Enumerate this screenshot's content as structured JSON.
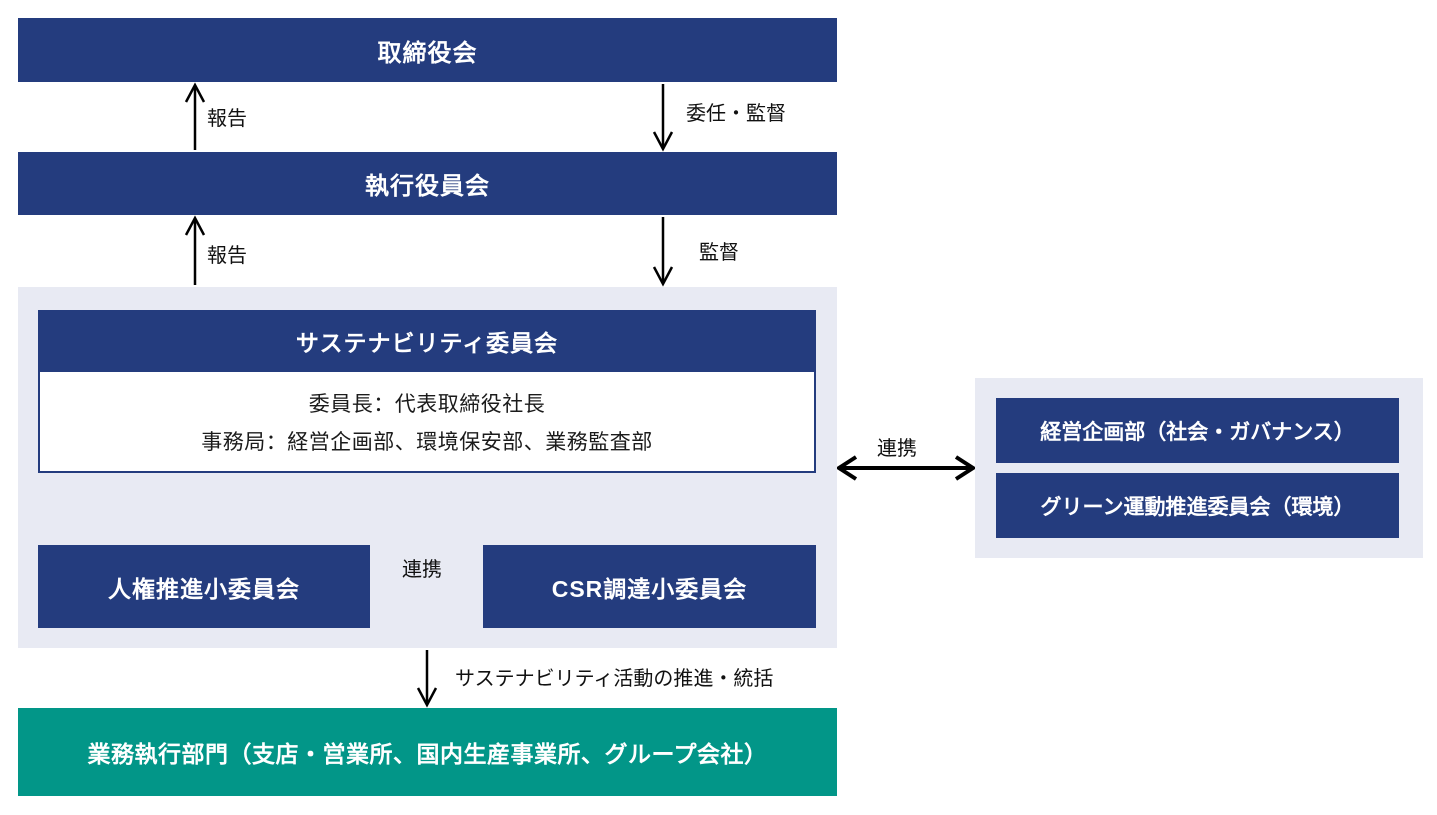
{
  "boxes": {
    "board": "取締役会",
    "executive": "執行役員会",
    "sustainability_committee": "サステナビリティ委員会",
    "committee_chair": "委員長：代表取締役社長",
    "committee_secretariat": "事務局：経営企画部、環境保安部、業務監査部",
    "human_rights_subcommittee": "人権推進小委員会",
    "csr_procurement_subcommittee": "CSR調達小委員会",
    "business_execution": "業務執行部門（支店・営業所、国内生産事業所、グループ会社）",
    "corporate_planning_dept": "経営企画部（社会・ガバナンス）",
    "green_movement_committee": "グリーン運動推進委員会（環境）"
  },
  "labels": {
    "report_to_board": "報告",
    "delegation_supervision": "委任・監督",
    "report_to_executive": "報告",
    "supervision": "監督",
    "collaboration_subcommittees": "連携",
    "collaboration_right": "連携",
    "promotion_oversight": "サステナビリティ活動の推進・統括"
  },
  "colors": {
    "navy": "#243c7e",
    "teal": "#029688",
    "panel": "#e8eaf3",
    "arrow": "#000000"
  }
}
